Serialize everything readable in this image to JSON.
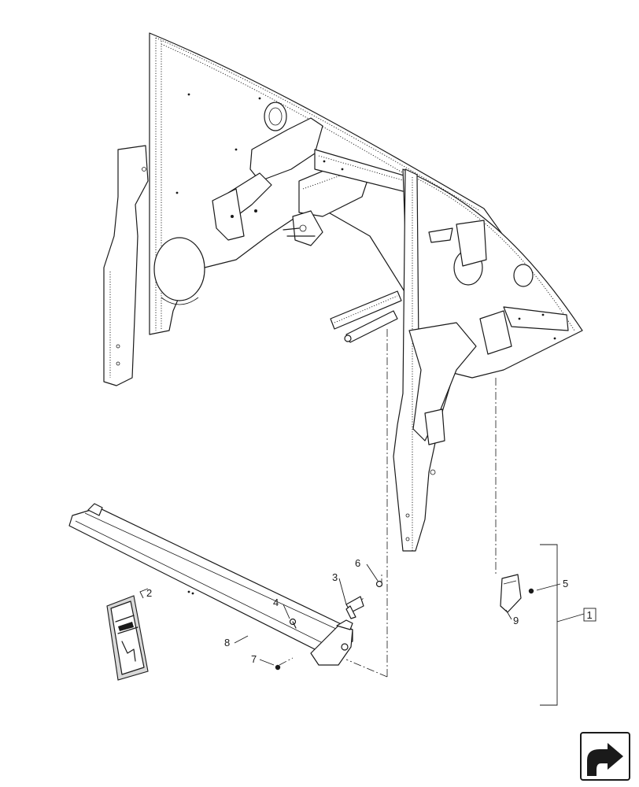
{
  "callouts": [
    {
      "id": "1",
      "text": "1",
      "boxed": true
    },
    {
      "id": "2",
      "text": "2"
    },
    {
      "id": "3",
      "text": "3"
    },
    {
      "id": "4",
      "text": "4"
    },
    {
      "id": "5",
      "text": "5"
    },
    {
      "id": "6",
      "text": "6"
    },
    {
      "id": "7",
      "text": "7"
    },
    {
      "id": "8",
      "text": "8"
    },
    {
      "id": "9",
      "text": "9"
    }
  ],
  "nav_icon": {
    "name": "next-page-arrow-icon"
  }
}
